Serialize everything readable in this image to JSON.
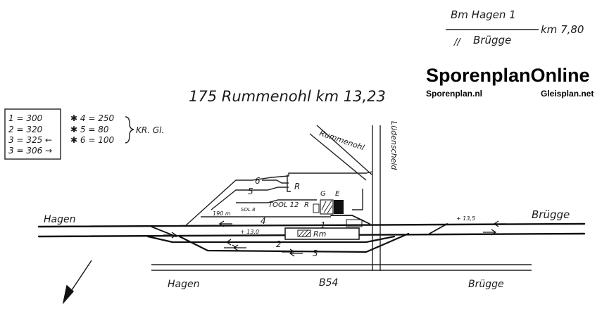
{
  "route_box": {
    "from": "Bm Hagen 1",
    "ditto": "//",
    "to": "Brügge",
    "km": "km 7,80"
  },
  "brand": {
    "title": "SporenplanOnline",
    "site_nl": "Sporenplan.nl",
    "site_net": "Gleisplan.net"
  },
  "station": {
    "title": "175 Rummenohl km 13,23"
  },
  "lengths_table": {
    "rows": [
      "1 = 300",
      "2 = 320",
      "3 = 325 ←",
      "3 = 306 →"
    ]
  },
  "siding_lengths": {
    "rows": [
      "✱ 4 = 250",
      "✱ 5 =  80",
      "✱ 6 = 100"
    ],
    "note": "KR. Gl."
  },
  "labels": {
    "rummenohl": "Rummenohl",
    "ludenscheid": "Lüdenscheid",
    "hagen_track": "Hagen",
    "brugge_track": "Brügge",
    "hagen_road": "Hagen",
    "road": "B54",
    "brugge_road": "Brügge",
    "track_1": "1",
    "track_2": "2",
    "track_3": "3",
    "track_4": "4",
    "track_5": "5",
    "track_6": "6",
    "r_upper": "R",
    "r_small": "R",
    "g": "G",
    "e": "E",
    "toolbox": "TOOL 12",
    "soll": "SOL 8",
    "m190": "190 m",
    "km130": "+ 13,0",
    "km135": "+ 13,5",
    "rm": "Rm"
  }
}
